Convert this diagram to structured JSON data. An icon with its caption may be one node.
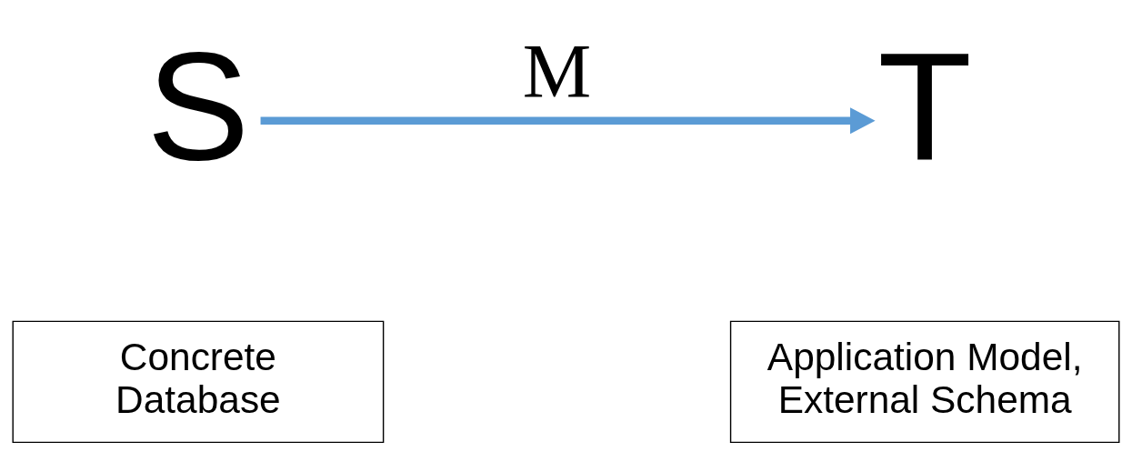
{
  "diagram": {
    "nodes": [
      {
        "text": [
          "S"
        ]
      },
      {
        "text": [
          "T"
        ]
      },
      {
        "text": [
          "Concrete Database"
        ]
      },
      {
        "text": [
          "Application Model, External Schema"
        ]
      }
    ],
    "edges": [
      {
        "from": 0,
        "to": 1,
        "arrow": "to",
        "label": "M",
        "color": "#5b9bd5"
      }
    ]
  }
}
